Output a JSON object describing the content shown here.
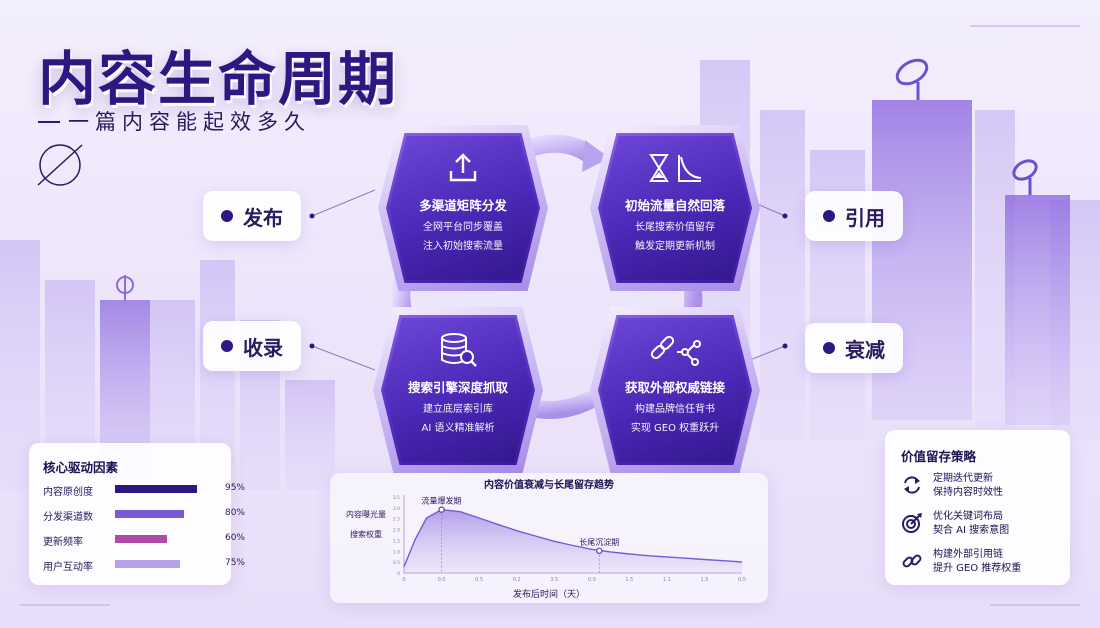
{
  "header": {
    "title": "内容生命周期",
    "subtitle": "一篇内容能起效多久"
  },
  "labels": {
    "publish": "发布",
    "cite": "引用",
    "index": "收录",
    "decay": "衰减"
  },
  "cards": {
    "distribute": {
      "title": "多渠道矩阵分发",
      "line1": "全网平台同步覆盖",
      "line2": "注入初始搜索流量",
      "icon": "upload-icon"
    },
    "traffic": {
      "title": "初始流量自然回落",
      "line1": "长尾搜索价值留存",
      "line2": "触发定期更新机制",
      "icon": "hourglass-icon"
    },
    "crawl": {
      "title": "搜索引擎深度抓取",
      "line1": "建立底层索引库",
      "line2": "AI 语义精准解析",
      "icon": "database-search-icon"
    },
    "links": {
      "title": "获取外部权威链接",
      "line1": "构建品牌信任背书",
      "line2": "实现 GEO 权重跃升",
      "icon": "link-icon"
    }
  },
  "drivers": {
    "title": "核心驱动因素",
    "items": [
      {
        "label": "内容原创度",
        "value": 95,
        "pct": "95%",
        "color": "#2f1782"
      },
      {
        "label": "分发渠道数",
        "value": 80,
        "pct": "80%",
        "color": "#7a5ad6"
      },
      {
        "label": "更新频率",
        "value": 60,
        "pct": "60%",
        "color": "#b04aa8"
      },
      {
        "label": "用户互动率",
        "value": 75,
        "pct": "75%",
        "color": "#b7a2ea"
      }
    ]
  },
  "strategy": {
    "title": "价值留存策略",
    "items": [
      {
        "line1": "定期迭代更新",
        "line2": "保持内容时效性",
        "icon": "refresh-icon"
      },
      {
        "line1": "优化关键词布局",
        "line2": "契合 AI 搜索意图",
        "icon": "target-icon"
      },
      {
        "line1": "构建外部引用链",
        "line2": "提升 GEO 推荐权重",
        "icon": "chain-icon"
      }
    ]
  },
  "chart_data": {
    "type": "area",
    "title": "内容价值衰减与长尾留存趋势",
    "ylabel_lines": [
      "内容曝光量",
      "搜索权重"
    ],
    "xlabel": "发布后时间（天）",
    "x_ticks": [
      "0",
      "0.0",
      "0.5",
      "0.2",
      "3.5",
      "0.0",
      "1.5",
      "1.1",
      "1.5",
      "0.5"
    ],
    "y_ticks": [
      "3.5",
      "3.0",
      "2.5",
      "2.0",
      "1.5",
      "1.0",
      "0.5",
      "0"
    ],
    "x": [
      0,
      0.3,
      0.6,
      1,
      1.5,
      2,
      2.5,
      3,
      3.5,
      4,
      4.5,
      5,
      5.5,
      6,
      6.5,
      7,
      7.5,
      8,
      8.5,
      9
    ],
    "y": [
      0.3,
      1.6,
      2.6,
      3.0,
      2.9,
      2.6,
      2.3,
      2.0,
      1.75,
      1.5,
      1.3,
      1.12,
      1.0,
      0.9,
      0.82,
      0.76,
      0.7,
      0.64,
      0.58,
      0.52
    ],
    "xlim": [
      0,
      9
    ],
    "ylim": [
      0,
      3.5
    ],
    "annotations": [
      {
        "text": "流量爆发期",
        "x": 1.0,
        "y": 3.0
      },
      {
        "text": "长尾沉淀期",
        "x": 5.2,
        "y": 1.05
      }
    ],
    "color": "#7a5ad6"
  }
}
